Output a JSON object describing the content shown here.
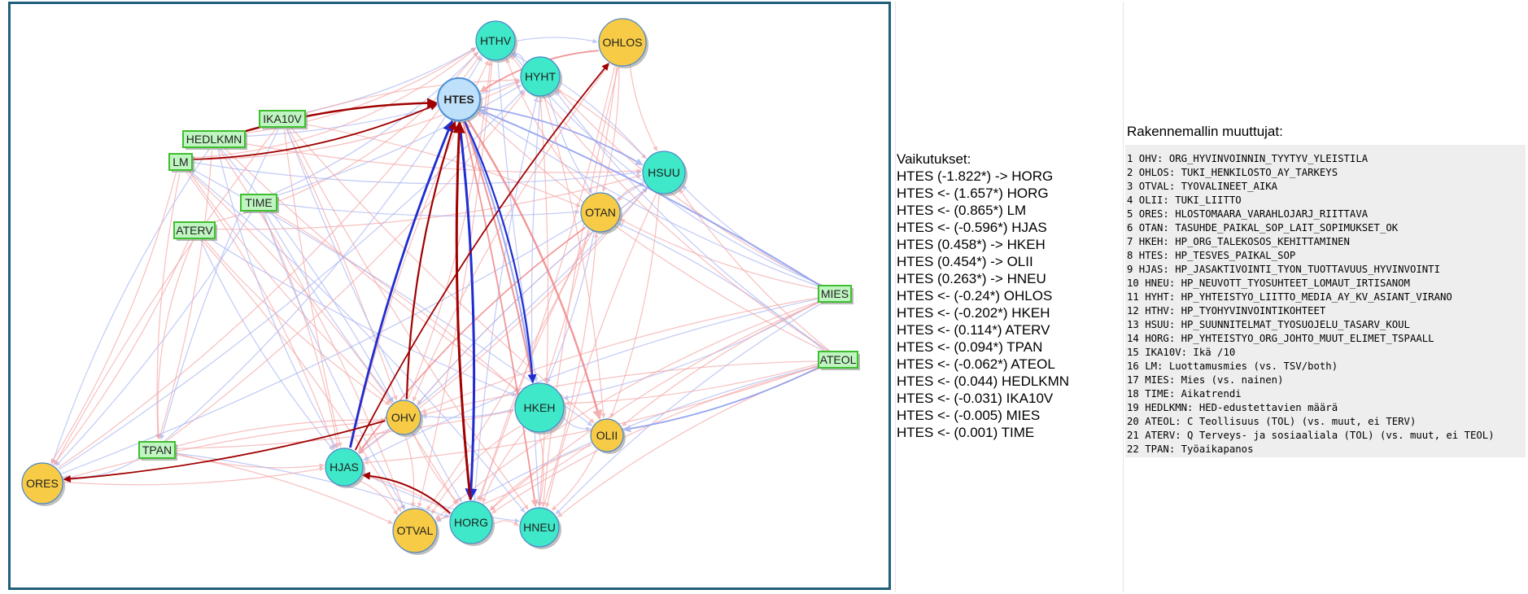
{
  "colors": {
    "latent_fill": "#3ee8c8",
    "observed_fill": "#f7cb45",
    "focus_fill": "#bfe0fb",
    "box_fill": "#bff5c0",
    "box_border": "#3fbe2f",
    "neg_edge": "#a7b4f1",
    "pos_edge": "#f4a4a4",
    "strong_pos": "#a00000",
    "strong_neg": "#1f2dd0",
    "panel_border": "#1f5f7a"
  },
  "nodes": [
    {
      "id": "HTHV",
      "label": "HTHV",
      "kind": "latent"
    },
    {
      "id": "OHLOS",
      "label": "OHLOS",
      "kind": "observed"
    },
    {
      "id": "HYHT",
      "label": "HYHT",
      "kind": "latent"
    },
    {
      "id": "HTES",
      "label": "HTES",
      "kind": "focus"
    },
    {
      "id": "HSUU",
      "label": "HSUU",
      "kind": "latent"
    },
    {
      "id": "OTAN",
      "label": "OTAN",
      "kind": "observed"
    },
    {
      "id": "HKEH",
      "label": "HKEH",
      "kind": "latent"
    },
    {
      "id": "OLII",
      "label": "OLII",
      "kind": "observed"
    },
    {
      "id": "OHV",
      "label": "OHV",
      "kind": "observed"
    },
    {
      "id": "HJAS",
      "label": "HJAS",
      "kind": "latent"
    },
    {
      "id": "HORG",
      "label": "HORG",
      "kind": "latent"
    },
    {
      "id": "HNEU",
      "label": "HNEU",
      "kind": "latent"
    },
    {
      "id": "OTVAL",
      "label": "OTVAL",
      "kind": "observed"
    },
    {
      "id": "ORES",
      "label": "ORES",
      "kind": "observed"
    },
    {
      "id": "IKA10V",
      "label": "IKA10V",
      "kind": "box"
    },
    {
      "id": "HEDLKMN",
      "label": "HEDLKMN",
      "kind": "box"
    },
    {
      "id": "LM",
      "label": "LM",
      "kind": "box"
    },
    {
      "id": "TIME",
      "label": "TIME",
      "kind": "box"
    },
    {
      "id": "ATERV",
      "label": "ATERV",
      "kind": "box"
    },
    {
      "id": "TPAN",
      "label": "TPAN",
      "kind": "box"
    },
    {
      "id": "MIES",
      "label": "MIES",
      "kind": "box"
    },
    {
      "id": "ATEOL",
      "label": "ATEOL",
      "kind": "box"
    }
  ],
  "effects": {
    "title": "Vaikutukset:",
    "lines": [
      "HTES (-1.822*) -> HORG",
      "HTES <- (1.657*) HORG",
      "HTES <- (0.865*) LM",
      "HTES <- (-0.596*) HJAS",
      "HTES (0.458*) -> HKEH",
      "HTES (0.454*) -> OLII",
      "HTES (0.263*) -> HNEU",
      "HTES <- (-0.24*) OHLOS",
      "HTES <- (-0.202*) HKEH",
      "HTES <- (0.114*) ATERV",
      "HTES <- (0.094*) TPAN",
      "HTES <- (-0.062*) ATEOL",
      "HTES <- (0.044) HEDLKMN",
      "HTES <- (-0.031) IKA10V",
      "HTES <- (-0.005) MIES",
      "HTES <- (0.001) TIME"
    ]
  },
  "variables": {
    "title": "Rakennemallin muuttujat:",
    "lines": [
      "1 OHV: ORG_HYVINVOINNIN_TYYTYV_YLEISTILA",
      "2 OHLOS: TUKI_HENKILOSTO_AY_TARKEYS",
      "3 OTVAL: TYOVALINEET_AIKA",
      "4 OLII: TUKI_LIITTO",
      "5 ORES: HLOSTOMAARA_VARAHLOJARJ_RIITTAVA",
      "6 OTAN: TASUHDE_PAIKAL_SOP_LAIT_SOPIMUKSET_OK",
      "7 HKEH: HP_ORG_TALEKOSOS_KEHITTAMINEN",
      "8 HTES: HP_TESVES_PAIKAL_SOP",
      "9 HJAS: HP_JASAKTIVOINTI_TYON_TUOTTAVUUS_HYVINVOINTI",
      "10 HNEU: HP_NEUVOTT_TYOSUHTEET_LOMAUT_IRTISANOM",
      "11 HYHT: HP_YHTEISTYO_LIITTO_MEDIA_AY_KV_ASIANT_VIRANO",
      "12 HTHV: HP_TYOHYVINVOINTIKOHTEET",
      "13 HSUU: HP_SUUNNITELMAT_TYOSUOJELU_TASARV_KOUL",
      "14 HORG: HP_YHTEISTYO_ORG_JOHTO_MUUT_ELIMET_TSPAALL",
      "15 IKA10V: Ikä /10",
      "16 LM: Luottamusmies (vs. TSV/both)",
      "17 MIES: Mies (vs. nainen)",
      "18 TIME: Aikatrendi",
      "19 HEDLKMN: HED-edustettavien määrä",
      "20 ATEOL: C Teollisuus (TOL) (vs. muut, ei TERV)",
      "21 ATERV: Q Terveys- ja sosiaaliala (TOL) (vs. muut, ei TEOL)",
      "22 TPAN: Työaikapanos"
    ]
  }
}
